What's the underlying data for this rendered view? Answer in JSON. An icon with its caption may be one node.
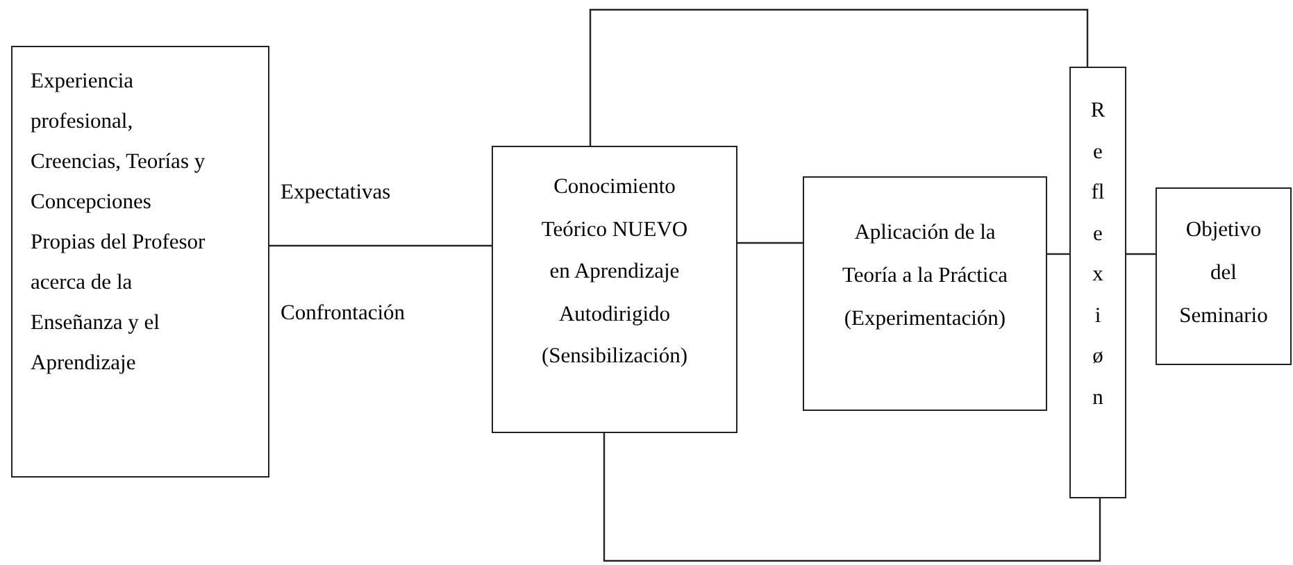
{
  "diagram": {
    "nodes": [
      {
        "text": [
          "Experiencia profesional, Creencias, Teorías y Concepciones Propias del Profesor acerca de la Enseñanza y el Aprendizaje"
        ]
      },
      {
        "text": [
          "Conocimiento Teórico NUEVO en Aprendizaje Autodirigido (Sensibilización)"
        ]
      },
      {
        "text": [
          "Aplicación de la Teoría a la Práctica (Experimentación)"
        ]
      },
      {
        "text": [
          "Reflexiøn"
        ]
      },
      {
        "text": [
          "Objetivo del Seminario"
        ]
      }
    ],
    "edges": [
      {
        "from": 0,
        "to": 1,
        "arrow": "none"
      },
      {
        "from": 1,
        "to": 2,
        "arrow": "none"
      },
      {
        "from": 2,
        "to": 3,
        "arrow": "none"
      },
      {
        "from": 3,
        "to": 4,
        "arrow": "none"
      },
      {
        "from": 1,
        "to": 3,
        "arrow": "none"
      },
      {
        "from": 1,
        "to": 3,
        "arrow": "none"
      }
    ],
    "labels": [
      "Expectativas",
      "Confrontación"
    ]
  }
}
